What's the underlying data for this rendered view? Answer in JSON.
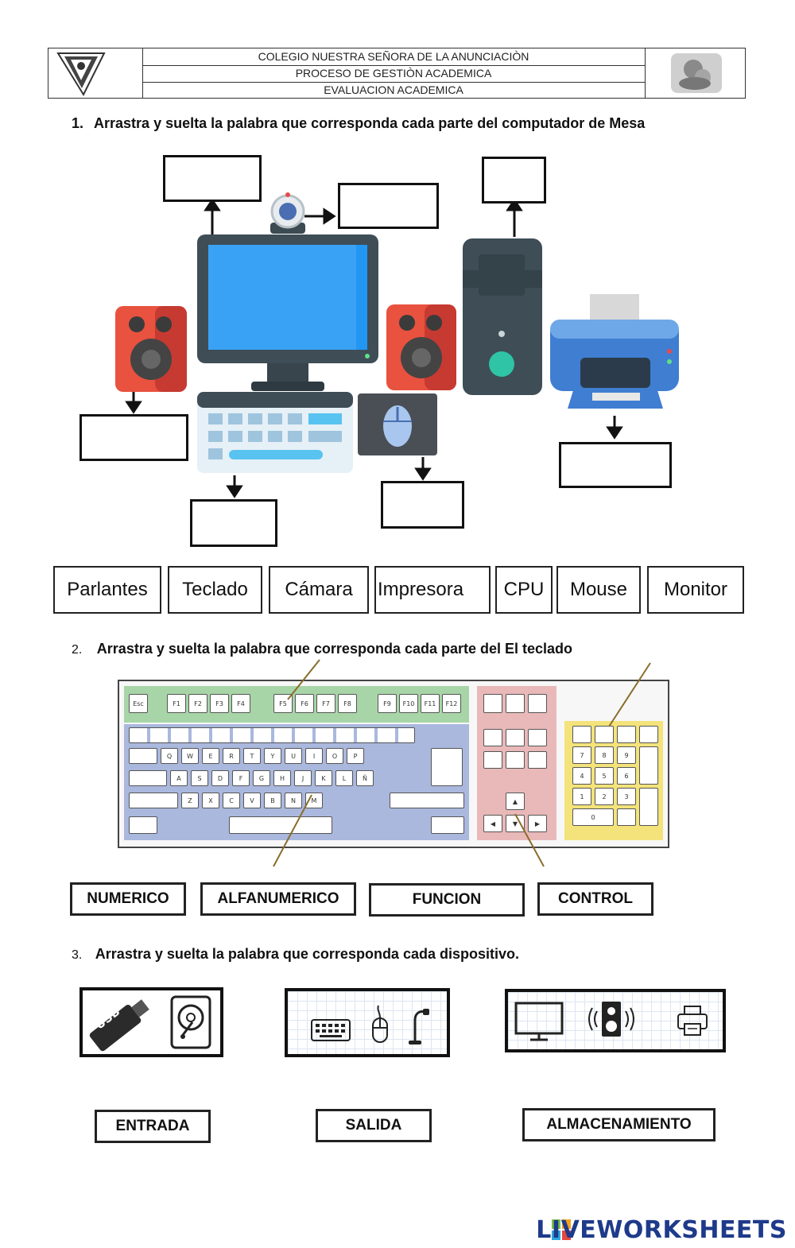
{
  "header": {
    "school": "COLEGIO NUESTRA SEÑORA DE LA ANUNCIACIÒN",
    "process": "PROCESO DE GESTIÒN ACADEMICA",
    "evaluation": "EVALUACION ACADEMICA"
  },
  "q1": {
    "number": "1.",
    "text": "Arrastra y suelta la palabra que corresponda cada parte del computador de Mesa",
    "words": [
      "Parlantes",
      "Teclado",
      "Cámara",
      "Impresora",
      "CPU",
      "Mouse",
      "Monitor"
    ]
  },
  "q2": {
    "number": "2.",
    "text": "Arrastra y suelta la palabra que corresponda cada parte del El teclado",
    "words": [
      "NUMERICO",
      "ALFANUMERICO",
      "FUNCION",
      "CONTROL"
    ]
  },
  "q3": {
    "number": "3.",
    "text": "Arrastra y suelta la palabra que corresponda cada dispositivo.",
    "words": [
      "ENTRADA",
      "SALIDA",
      "ALMACENAMIENTO"
    ],
    "usb_label": "USB"
  },
  "keyboard": {
    "function_row": [
      "Esc",
      "F1",
      "F2",
      "F3",
      "F4",
      "F5",
      "F6",
      "F7",
      "F8",
      "F9",
      "F10",
      "F11",
      "F12"
    ],
    "row_q": [
      "Q",
      "W",
      "E",
      "R",
      "T",
      "Y",
      "U",
      "I",
      "O",
      "P"
    ],
    "row_a": [
      "A",
      "S",
      "D",
      "F",
      "G",
      "H",
      "J",
      "K",
      "L",
      "Ñ"
    ],
    "row_z": [
      "Z",
      "X",
      "C",
      "V",
      "B",
      "N",
      "M"
    ],
    "numpad": [
      "7",
      "8",
      "9",
      "4",
      "5",
      "6",
      "1",
      "2",
      "3",
      "0"
    ]
  },
  "brand": {
    "name": "LIVEWORKSHEETS",
    "color": "#1e3a8a"
  },
  "colors": {
    "function_zone": "#a8d5a8",
    "alpha_zone": "#aab8de",
    "control_zone": "#e9b8b8",
    "numeric_zone": "#f3e37a"
  }
}
